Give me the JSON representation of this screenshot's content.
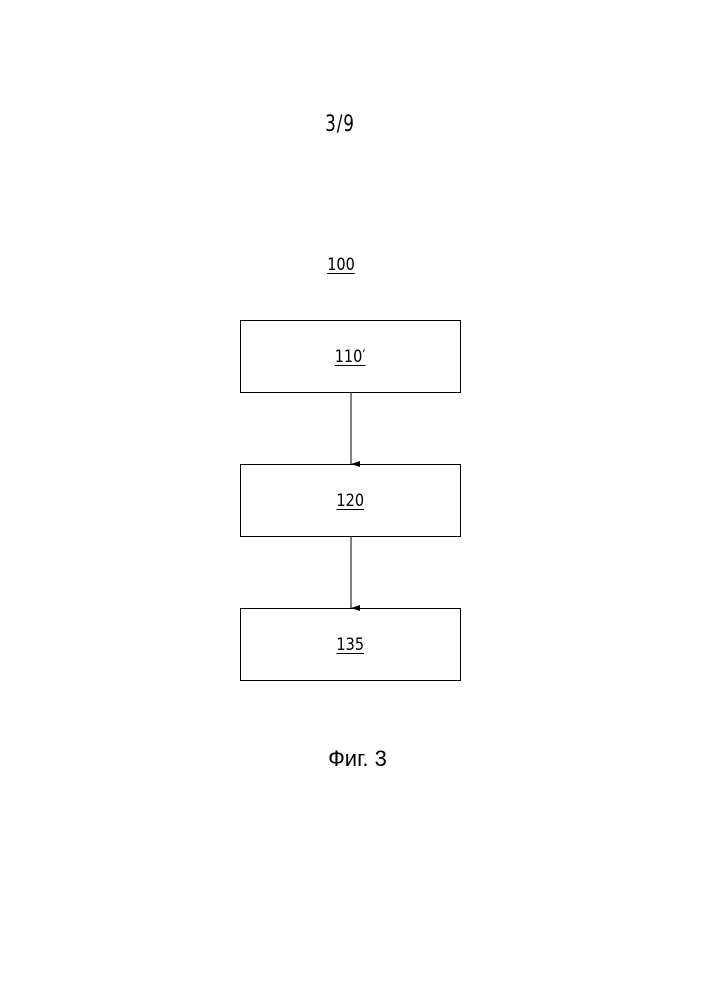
{
  "page_number": "3/9",
  "figure_ref": "100",
  "blocks": [
    {
      "label": "110′"
    },
    {
      "label": "120"
    },
    {
      "label": "135"
    }
  ],
  "caption": "Фиг. 3",
  "colors": {
    "line": "#000000",
    "background": "#ffffff"
  }
}
